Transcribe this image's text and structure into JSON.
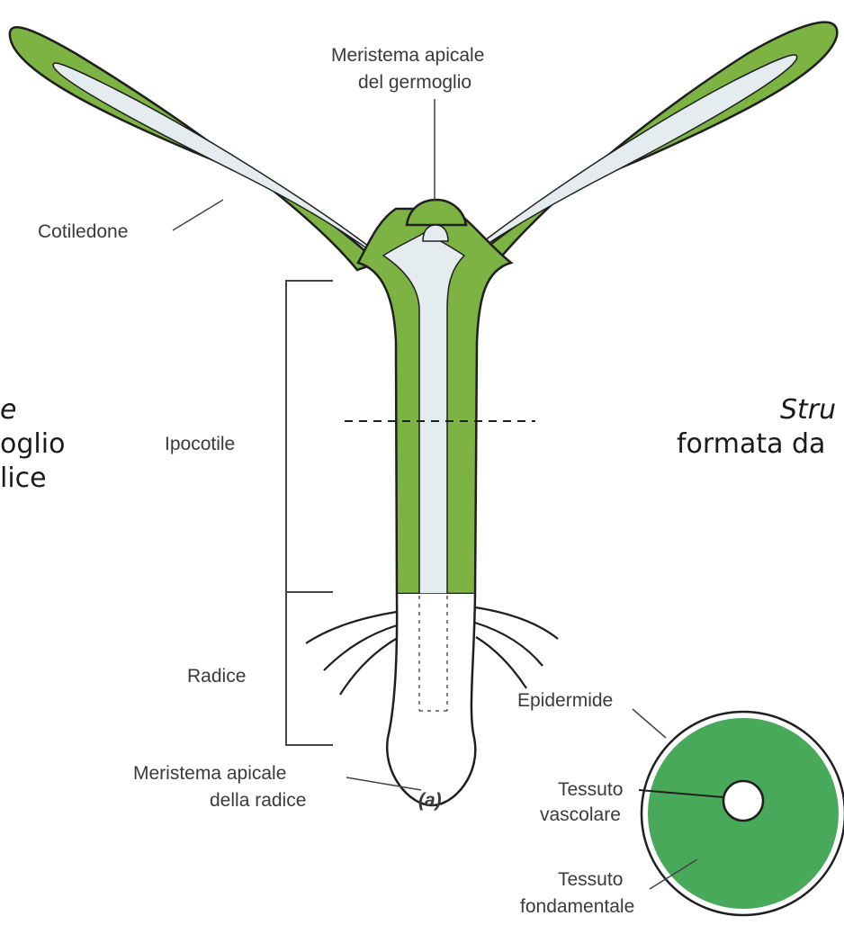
{
  "colors": {
    "tissue_green": "#7cb342",
    "core_pale": "#e4ecf0",
    "outline": "#1f1f1f",
    "section_green": "#49a95a"
  },
  "background_text": {
    "left_line1": "e",
    "left_line2": "oglio",
    "left_line3": "lice",
    "right_line1": "Stru",
    "right_line2": "formata da"
  },
  "labels": {
    "shoot_meristem_1": "Meristema apicale",
    "shoot_meristem_2": "del germoglio",
    "cotyledon": "Cotiledone",
    "hypocotyl": "Ipocotile",
    "root": "Radice",
    "root_meristem_1": "Meristema apicale",
    "root_meristem_2": "della radice",
    "panel": "(a)",
    "epidermis": "Epidermide",
    "vascular_1": "Tessuto",
    "vascular_2": "vascolare",
    "ground_1": "Tessuto",
    "ground_2": "fondamentale"
  }
}
